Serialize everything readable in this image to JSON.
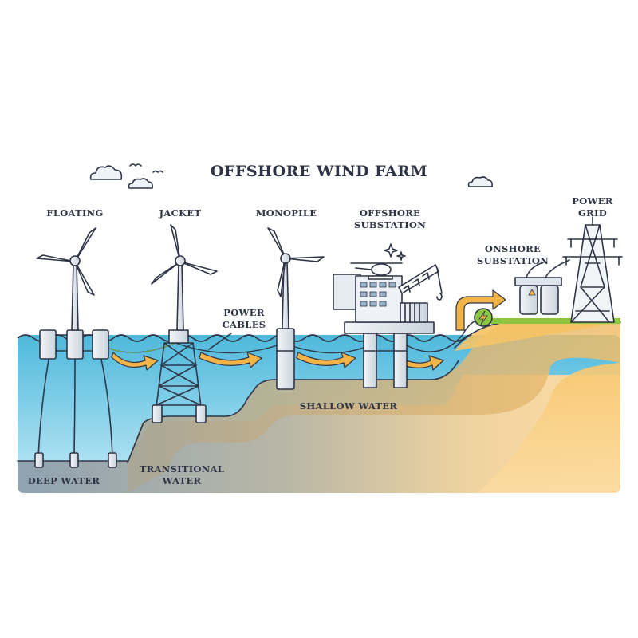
{
  "title": "OFFSHORE WIND FARM",
  "labels": {
    "floating": "FLOATING",
    "jacket": "JACKET",
    "monopile": "MONOPILE",
    "offshore_substation_1": "OFFSHORE",
    "offshore_substation_2": "SUBSTATION",
    "onshore_substation_1": "ONSHORE",
    "onshore_substation_2": "SUBSTATION",
    "power_grid_1": "POWER",
    "power_grid_2": "GRID",
    "power_cables_1": "POWER",
    "power_cables_2": "CABLES",
    "shallow_water": "SHALLOW WATER",
    "transitional_water_1": "TRANSITIONAL",
    "transitional_water_2": "WATER",
    "deep_water": "DEEP WATER"
  },
  "colors": {
    "sea_top": "#5cc0df",
    "sea_bottom": "#b9e6f5",
    "seabed_grey": "#a9abab",
    "land_light": "#fbdca0",
    "land_dark": "#f2b65b",
    "arrow": "#f3b447",
    "outline": "#2f3547",
    "grass": "#8cc63f"
  },
  "icons": [
    "cloud-icon",
    "bird-icon",
    "sparkle-icon",
    "lightning-icon",
    "helicopter-icon",
    "crane-icon"
  ]
}
